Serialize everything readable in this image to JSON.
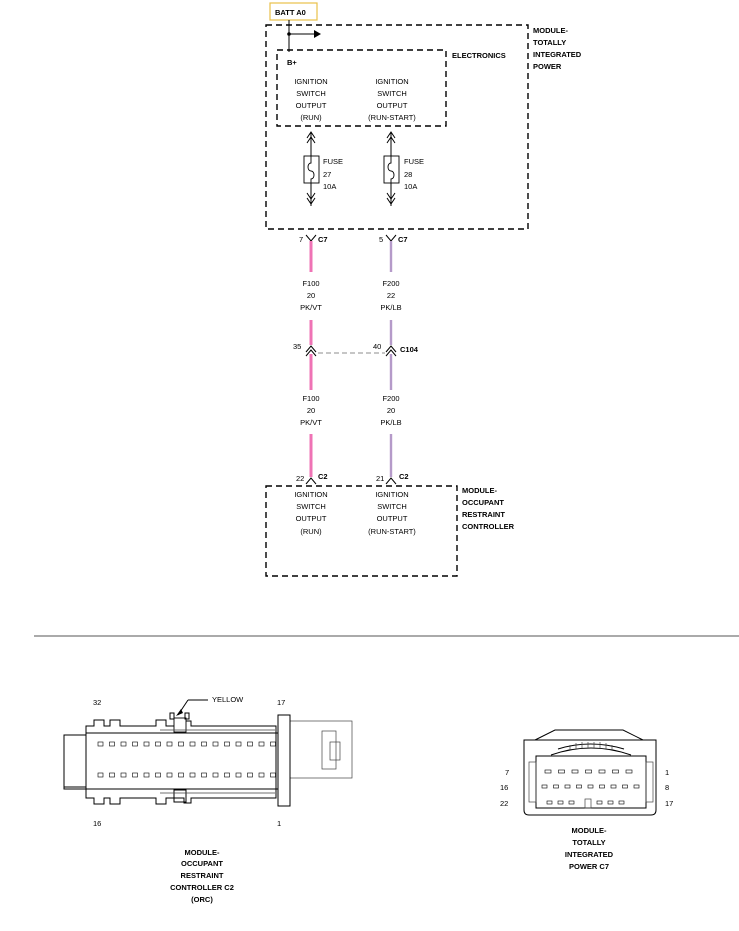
{
  "batt_label": "BATT A0",
  "tipm": {
    "module": [
      "MODULE-",
      "TOTALLY",
      "INTEGRATED",
      "POWER"
    ],
    "electronics": "ELECTRONICS",
    "bplus": "B+",
    "out_run": [
      "IGNITION",
      "SWITCH",
      "OUTPUT",
      "(RUN)"
    ],
    "out_runstart": [
      "IGNITION",
      "SWITCH",
      "OUTPUT",
      "(RUN-START)"
    ],
    "fuse1": [
      "FUSE",
      "27",
      "10A"
    ],
    "fuse2": [
      "FUSE",
      "28",
      "10A"
    ],
    "pin_left": "7",
    "pin_right": "5",
    "conn": "C7"
  },
  "wires_upper": {
    "left": [
      "F100",
      "20",
      "PK/VT"
    ],
    "right": [
      "F200",
      "22",
      "PK/LB"
    ]
  },
  "inline": {
    "pin_left": "35",
    "pin_right": "40",
    "conn": "C104"
  },
  "wires_lower": {
    "left": [
      "F100",
      "20",
      "PK/VT"
    ],
    "right": [
      "F200",
      "20",
      "PK/LB"
    ]
  },
  "orc": {
    "pin_left": "22",
    "pin_right": "21",
    "conn": "C2",
    "module": [
      "MODULE-",
      "OCCUPANT",
      "RESTRAINT",
      "CONTROLLER"
    ],
    "out_run": [
      "IGNITION",
      "SWITCH",
      "OUTPUT",
      "(RUN)"
    ],
    "out_runstart": [
      "IGNITION",
      "SWITCH",
      "OUTPUT",
      "(RUN-START)"
    ]
  },
  "orc_connector": {
    "yellow": "YELLOW",
    "pin32": "32",
    "pin17": "17",
    "pin16": "16",
    "pin1": "1",
    "caption": [
      "MODULE-",
      "OCCUPANT",
      "RESTRAINT",
      "CONTROLLER C2",
      "(ORC)"
    ]
  },
  "tipm_connector": {
    "pin7": "7",
    "pin1": "1",
    "pin16": "16",
    "pin8": "8",
    "pin22": "22",
    "pin17": "17",
    "caption": [
      "MODULE-",
      "TOTALLY",
      "INTEGRATED",
      "POWER C7"
    ]
  },
  "colors": {
    "pk_vt": "#ef73b5",
    "pk_lb": "#b59ac9",
    "batt_border": "#e8c04a",
    "dash_c104": "#8c8c8c"
  }
}
